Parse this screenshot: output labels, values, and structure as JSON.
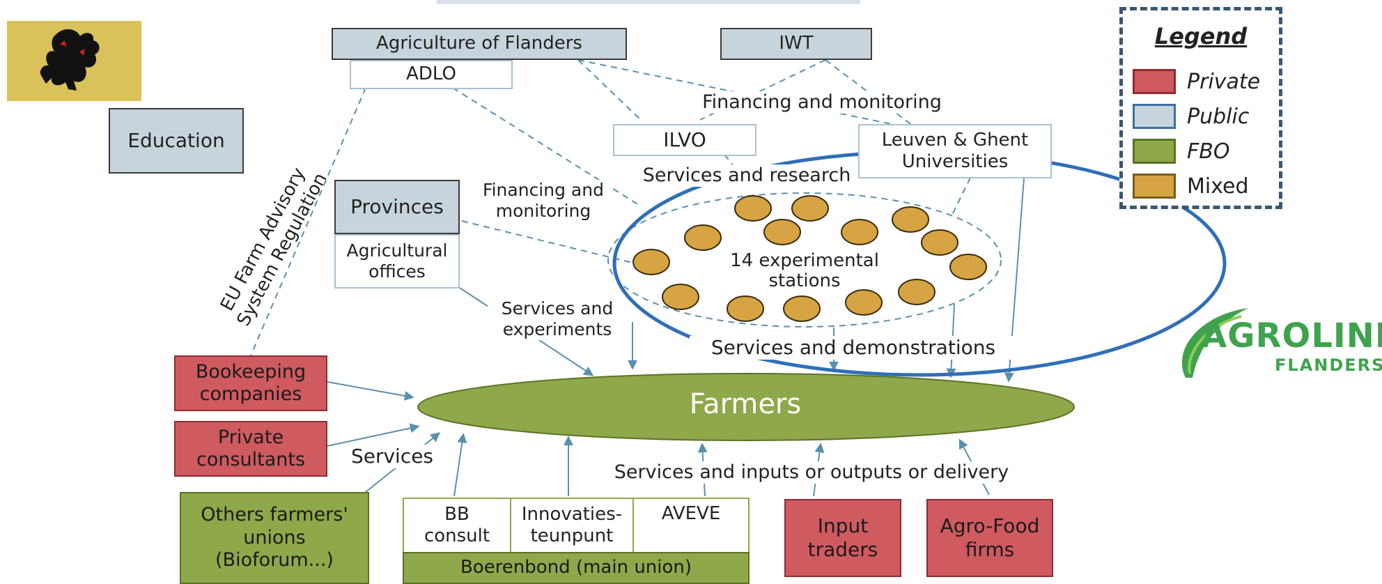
{
  "colors": {
    "private": "#cf5a60",
    "public": "#c7d4dc",
    "fbo": "#8fa84a",
    "mixed": "#d6a443",
    "highlight_ring": "#2f6fb8",
    "connector": "#5b8fae"
  },
  "boxes": {
    "agriculture_of_flanders": "Agriculture of Flanders",
    "adlo": "ADLO",
    "iwt": "IWT",
    "education": "Education",
    "ilvo": "ILVO",
    "universities": "Leuven & Ghent\nUniversities",
    "provinces": "Provinces",
    "agricultural_offices": "Agricultural\noffices",
    "bookeeping": "Bookeeping\ncompanies",
    "private_consultants": "Private\nconsultants",
    "other_unions": "Others farmers'\nunions\n(Bioforum...)",
    "bb_consult": "BB\nconsult",
    "innovatiesteunpunt": "Innovaties-\nteunpunt",
    "aveve": "AVEVE",
    "boerenbond": "Boerenbond (main union)",
    "input_traders": "Input\ntraders",
    "agro_food": "Agro-Food\nfirms",
    "farmers": "Farmers",
    "stations": "14 experimental\nstations"
  },
  "labels": {
    "financing_top": "Financing and monitoring",
    "services_research": "Services and research",
    "financing_left": "Financing and\nmonitoring",
    "services_experiments": "Services and\nexperiments",
    "services_demonstrations": "Services and  demonstrations",
    "services": "Services",
    "services_inputs": "Services and inputs or outputs or delivery",
    "eu_regulation": "EU Farm Advisory\nSystem Regulation"
  },
  "legend": {
    "title": "Legend",
    "items": [
      {
        "label": "Private",
        "color": "#cf5a60",
        "border": "#8e2b31"
      },
      {
        "label": "Public",
        "color": "#c7d4dc",
        "border": "#3b6fa0"
      },
      {
        "label": "FBO",
        "color": "#8fa84a",
        "border": "#5b7226"
      },
      {
        "label": "Mixed",
        "color": "#d6a443",
        "border": "#7a5b1e"
      }
    ]
  },
  "logo": {
    "word": "AGROLINK",
    "sub": "FLANDERS",
    "flag_icon": "flemish-lion-flag-icon"
  }
}
